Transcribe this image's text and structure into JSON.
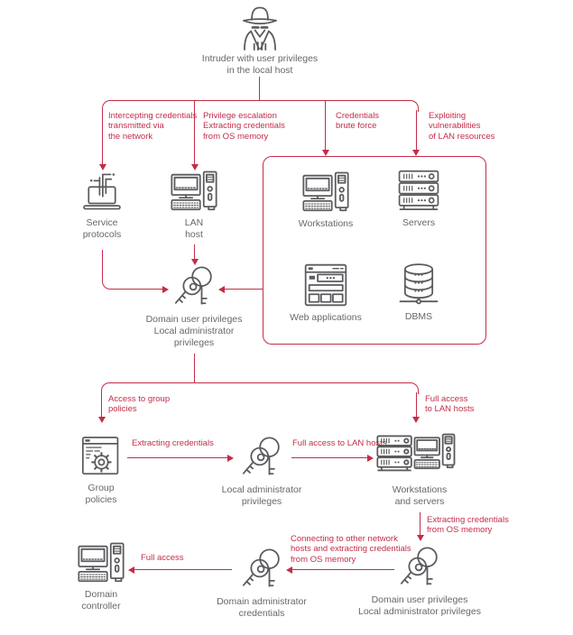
{
  "diagram": {
    "colors": {
      "accent_red": "#c22d48",
      "icon_gray": "#5a5b5e",
      "label_gray": "#66676a"
    },
    "nodes": {
      "intruder": {
        "line1": "Intruder with user privileges",
        "line2": "in the local host"
      },
      "service_protocols": {
        "line1": "Service",
        "line2": "protocols"
      },
      "lan_host": {
        "line1": "LAN",
        "line2": "host"
      },
      "workstations": {
        "line1": "Workstations"
      },
      "servers": {
        "line1": "Servers"
      },
      "web_applications": {
        "line1": "Web applications"
      },
      "dbms": {
        "line1": "DBMS"
      },
      "domain_user_privileges": {
        "line1": "Domain user privileges",
        "line2": "Local administrator",
        "line3": "privileges"
      },
      "group_policies": {
        "line1": "Group",
        "line2": "policies"
      },
      "local_admin_privileges": {
        "line1": "Local administrator",
        "line2": "privileges"
      },
      "workstations_servers": {
        "line1": "Workstations",
        "line2": "and servers"
      },
      "domain_user_privileges_2": {
        "line1": "Domain user privileges",
        "line2": "Local administrator privileges"
      },
      "domain_admin_credentials": {
        "line1": "Domain administrator",
        "line2": "credentials"
      },
      "domain_controller": {
        "line1": "Domain",
        "line2": "controller"
      }
    },
    "edges": {
      "intercepting": {
        "line1": "Intercepting credentials",
        "line2": "transmitted via",
        "line3": "the network"
      },
      "privilege_escalation": {
        "line1": "Privilege escalation",
        "line2": "Extracting credentials",
        "line3": "from OS memory"
      },
      "brute_force": {
        "line1": "Credentials",
        "line2": "brute force"
      },
      "exploiting": {
        "line1": "Exploiting",
        "line2": "vulnerabilities",
        "line3": "of LAN resources"
      },
      "access_group_policies": {
        "line1": "Access to group",
        "line2": "policies"
      },
      "full_access_to_lan": {
        "line1": "Full access",
        "line2": "to LAN hosts"
      },
      "extracting_credentials": {
        "line1": "Extracting credentials"
      },
      "full_access_lan_hosts": {
        "line1": "Full access to LAN hosts"
      },
      "extracting_os_memory": {
        "line1": "Extracting credentials",
        "line2": "from OS memory"
      },
      "connecting": {
        "line1": "Connecting to other network",
        "line2": "hosts and extracting credentials",
        "line3": "from OS memory"
      },
      "full_access": {
        "line1": "Full access"
      }
    }
  }
}
